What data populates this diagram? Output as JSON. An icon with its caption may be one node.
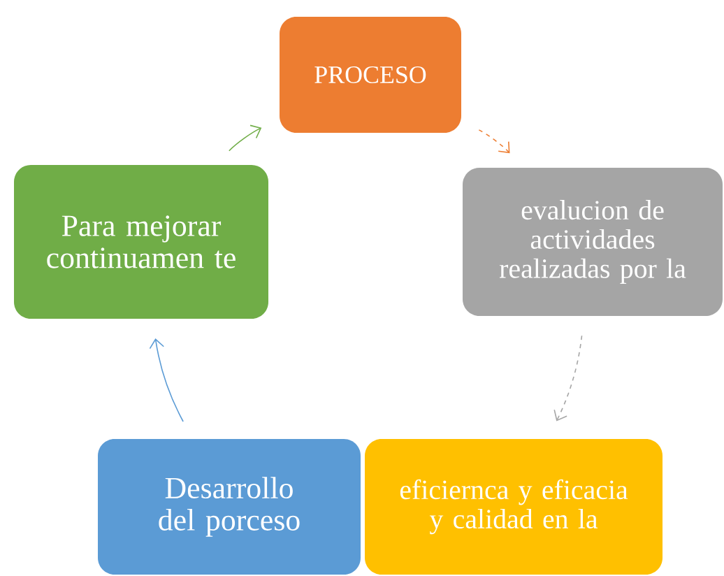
{
  "diagram": {
    "nodes": [
      {
        "text": [
          "PROCESO"
        ]
      },
      {
        "text": [
          "evalucion de actividades realizadas por la"
        ]
      },
      {
        "text": [
          "eficiernca y eficacia y calidad en la"
        ]
      },
      {
        "text": [
          "Desarrollo del porceso"
        ]
      },
      {
        "text": [
          "Para mejorar continuamen te"
        ]
      }
    ],
    "edges": [
      {
        "from": 0,
        "to": 1,
        "arrow": "to",
        "style": "dashed",
        "color": "#ed7d31"
      },
      {
        "from": 1,
        "to": 2,
        "arrow": "to",
        "style": "dashed",
        "color": "#a5a5a5"
      },
      {
        "from": 3,
        "to": 4,
        "arrow": "to",
        "color": "#5b9bd5"
      },
      {
        "from": 4,
        "to": 0,
        "arrow": "to",
        "color": "#70ad47"
      }
    ]
  }
}
